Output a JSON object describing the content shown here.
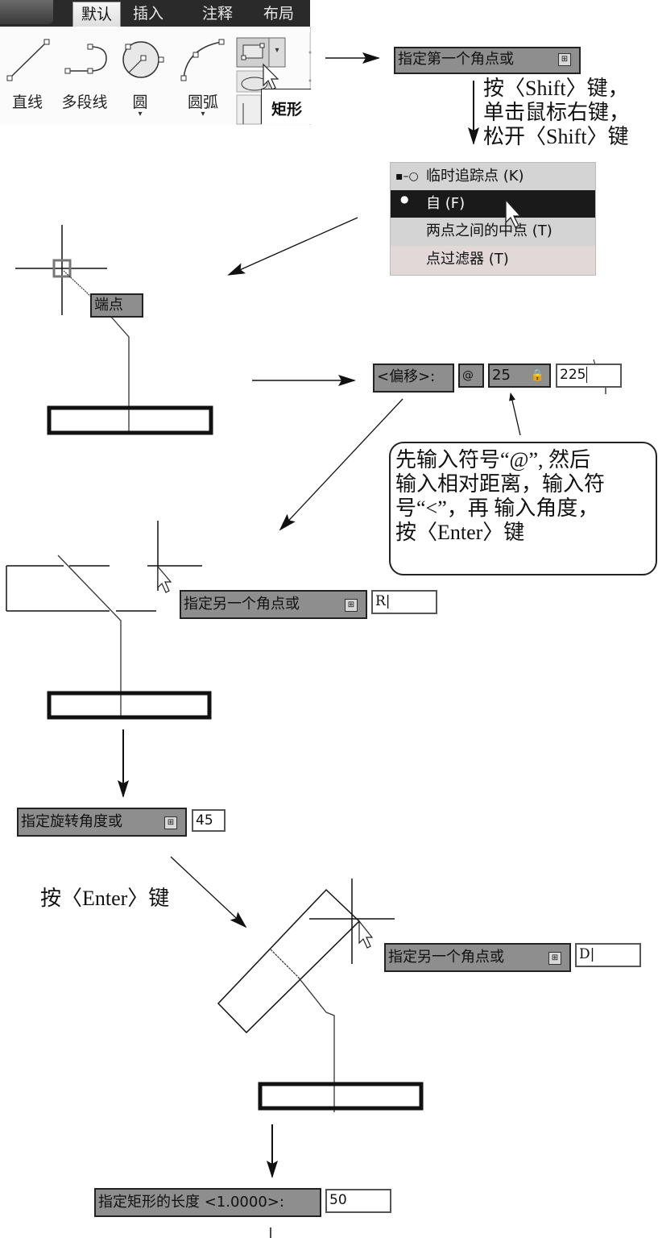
{
  "ribbon": {
    "tabs": [
      {
        "label": "默认",
        "active": true
      },
      {
        "label": "插入",
        "active": false
      },
      {
        "label": "注释",
        "active": false
      },
      {
        "label": "布局",
        "active": false
      }
    ],
    "tools": [
      {
        "label": "直线",
        "icon": "line-icon"
      },
      {
        "label": "多段线",
        "icon": "polyline-icon"
      },
      {
        "label": "圆",
        "icon": "circle-icon",
        "dropdown": "▾"
      },
      {
        "label": "圆弧",
        "icon": "arc-icon",
        "dropdown": "▾"
      }
    ],
    "rectangle_dropdown": "▾",
    "tooltip": "矩形"
  },
  "step1": {
    "prompt": "指定第一个角点或",
    "prompt_icon": "⊞",
    "instruction": [
      "按〈Shift〉键，",
      "单击鼠标右键，",
      "松开〈Shift〉键"
    ]
  },
  "context_menu": {
    "items": [
      {
        "label": "临时追踪点 (K)",
        "icon": "tracking-point-icon",
        "selected": false
      },
      {
        "label": "自 (F)",
        "icon": "from-point-icon",
        "selected": true
      },
      {
        "label": "两点之间的中点 (T)",
        "icon": "",
        "selected": false
      },
      {
        "label": "点过滤器 (T)",
        "icon": "",
        "selected": false
      }
    ]
  },
  "step2": {
    "snap_tooltip": "端点",
    "offset_label": "<偏移>:",
    "at_symbol": "@",
    "distance_value": "25",
    "angle_value": "225",
    "lock_icon": "🔒"
  },
  "callout": {
    "lines": [
      "先输入符号“@”, 然后",
      "输入相对距离，输入符",
      "号“<”，再 输入角度，",
      "按〈Enter〉键"
    ]
  },
  "step3": {
    "prompt": "指定另一个角点或",
    "prompt_icon": "⊞",
    "input_value": "R|"
  },
  "step4": {
    "prompt": "指定旋转角度或",
    "prompt_icon": "⊞",
    "input_value": "45",
    "instruction": "按〈Enter〉键"
  },
  "step5": {
    "prompt": "指定另一个角点或",
    "prompt_icon": "⊞",
    "input_value": "D|"
  },
  "step6": {
    "prompt": "指定矩形的长度 <1.0000>:",
    "input_value": "50"
  },
  "colors": {
    "prompt_bg": "#8e8e8e",
    "menu_bg": "#d4d4d4",
    "menu_selected": "#1a1a1a",
    "ribbon_dark": "#2a2a2a"
  }
}
